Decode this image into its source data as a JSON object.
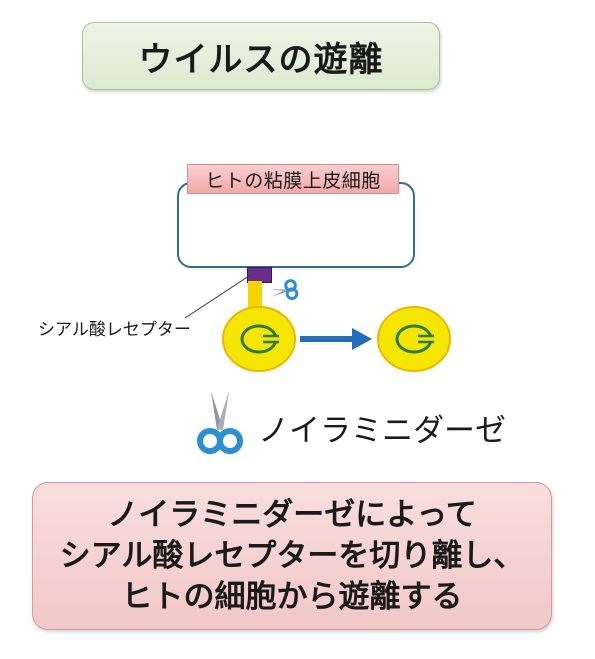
{
  "title": "ウイルスの遊離",
  "cell_label": "ヒトの粘膜上皮細胞",
  "receptor_label": "シアル酸レセプター",
  "enzyme_label": "ノイラミニダーゼ",
  "explanation_lines": [
    "ノイラミニダーゼによって",
    "シアル酸レセプターを切り離し、",
    "ヒトの細胞から遊離する"
  ],
  "colors": {
    "cell_outline": "#2f6d9e",
    "receptor": "#6a2d8c",
    "virus_fill": "#f5e600",
    "arrow": "#1f6fbd",
    "scissors_blade": "#8e959c",
    "scissors_handle": "#2b8fd6"
  },
  "icons": {
    "scissors": "scissors-icon"
  }
}
